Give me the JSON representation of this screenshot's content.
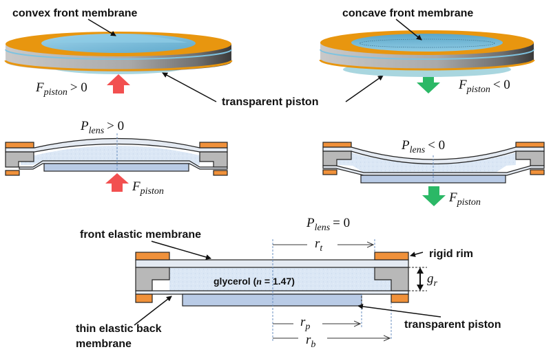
{
  "colors": {
    "rim": "#f0913a",
    "rim3d": "#e8960f",
    "membrane": "#e4eaf2",
    "fluid": "#dbe7f5",
    "piston": "#b9cbe6",
    "spacer": "#b8b8b8",
    "lens3d": "#7ec3e0",
    "piston3d": "#a9d6df",
    "arrow_up": "#f25050",
    "arrow_down": "#2bb866",
    "outline": "#222222",
    "axis": "#6a8fc0"
  },
  "panel_convex": {
    "title": "convex front membrane",
    "force_symbol": "F",
    "force_sub": "piston",
    "force_relation": "> 0"
  },
  "panel_concave": {
    "title": "concave front membrane",
    "force_symbol": "F",
    "force_sub": "piston",
    "force_relation": "< 0"
  },
  "shared_label": {
    "piston": "transparent  piston"
  },
  "section_convex": {
    "pressure_symbol": "P",
    "pressure_sub": "lens",
    "pressure_relation": "> 0",
    "force_symbol": "F",
    "force_sub": "piston"
  },
  "section_concave": {
    "pressure_symbol": "P",
    "pressure_sub": "lens",
    "pressure_relation": "< 0",
    "force_symbol": "F",
    "force_sub": "piston"
  },
  "section_flat": {
    "pressure_symbol": "P",
    "pressure_sub": "lens",
    "pressure_relation": "= 0",
    "front_membrane_label": "front elastic membrane",
    "back_membrane_label_1": "thin elastic back",
    "back_membrane_label_2": "membrane",
    "rim_label": "rigid rim",
    "piston_label": "transparent  piston",
    "fluid_label_prefix": "glycerol (",
    "fluid_label_n": "n",
    "fluid_label_suffix": " = 1.47)",
    "dims": {
      "rt": {
        "symbol": "r",
        "sub": "t"
      },
      "rp": {
        "symbol": "r",
        "sub": "p"
      },
      "rb": {
        "symbol": "r",
        "sub": "b"
      },
      "gr": {
        "symbol": "g",
        "sub": "r"
      }
    }
  }
}
